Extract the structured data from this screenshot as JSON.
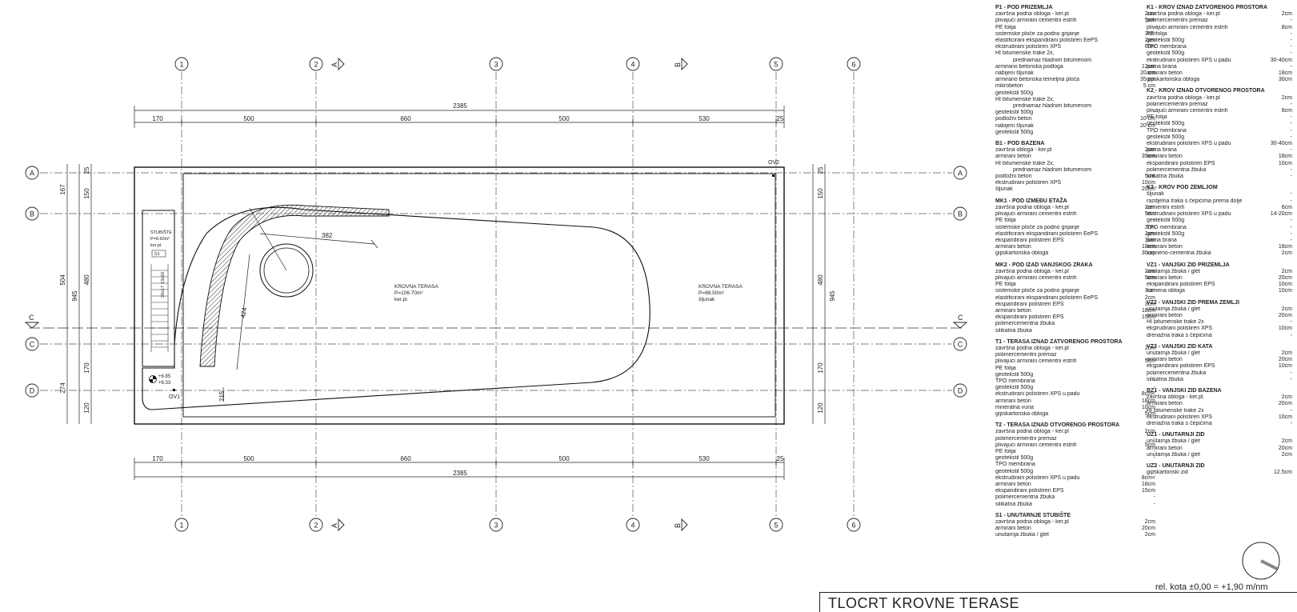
{
  "drawing_title": "TLOCRT KROVNE TERASE",
  "elevation_note": "rel. kota ±0,00 = +1,90 m/nm",
  "grid": {
    "columns": [
      "1",
      "2",
      "3",
      "4",
      "5",
      "6"
    ],
    "rows": [
      "A",
      "B",
      "C",
      "D"
    ]
  },
  "section_marks": {
    "a": "A",
    "b": "B",
    "c": "C"
  },
  "dimensions": {
    "total_horizontal": "2385",
    "horizontal_segments": [
      "170",
      "500",
      "660",
      "500",
      "530",
      "25"
    ],
    "left_outer": "945",
    "left_mid": [
      "25",
      "167",
      "504",
      "274"
    ],
    "left_inner": [
      "150",
      "480",
      "170",
      "120"
    ],
    "right_outer": "945",
    "right_inner": [
      "25",
      "150",
      "480",
      "170",
      "120"
    ],
    "pool_radial": "382",
    "pool_radial_2": "424",
    "bottom_small": "215"
  },
  "rooms": {
    "terrace_1": {
      "name": "KROVNA TERASA",
      "area": "P=106.70m²",
      "finish": "ker.pl."
    },
    "terrace_2": {
      "name": "KROVNA TERASA",
      "area": "P=88.50m²",
      "finish": "šljunak"
    },
    "stairs": {
      "name": "STUBIŠTE",
      "area": "P=8.60m²",
      "finish": "ker.pl.",
      "code": "S1"
    },
    "stair_dims": [
      "13x18",
      "20x17"
    ]
  },
  "levels": {
    "finished": "+6.85",
    "structural": "+6.33"
  },
  "drains": {
    "ov1": "OV1",
    "ov2": "OV2"
  },
  "legend_col1": [
    {
      "title": "P1 - POD PRIZEMLJA",
      "items": [
        [
          "završna podna obloga - ker.pl",
          "2cm"
        ],
        [
          "plivajući armirani cementni estrih",
          "5cm"
        ],
        [
          "PE folija",
          "-"
        ],
        [
          "sistemske ploče za podno grijanje",
          "3cm"
        ],
        [
          "elastificirani ekspandirani polistiren EePS",
          "2cm"
        ],
        [
          "ekstrudirani polistiren XPS",
          "6cm"
        ],
        [
          "HI bitumenske trake 2x,",
          ""
        ],
        [
          "prednamaz hladnim bitumenom",
          "-",
          "i"
        ],
        [
          "armirano betonska podloga",
          "12cm"
        ],
        [
          "nabijeni šljunak",
          "20 cm"
        ],
        [
          "armirano betonska temeljna ploča",
          "35 cm"
        ],
        [
          "mikrobeton",
          "5 cm"
        ],
        [
          "geotekstil 500g",
          "-"
        ],
        [
          "HI bitumenske trake 2x,",
          ""
        ],
        [
          "prednamaz hladnim bitumenom",
          "-",
          "i"
        ],
        [
          "geotekstil 500g",
          "-"
        ],
        [
          "podložni beton",
          "10 cm"
        ],
        [
          "nabijeni šljunak",
          "20 cm"
        ],
        [
          "geotekstil 500g",
          "-"
        ]
      ]
    },
    {
      "title": "B1 - POD BAZENA",
      "items": [
        [
          "završna obloga - ker.pl",
          "2cm"
        ],
        [
          "armirani beton",
          "35cm"
        ],
        [
          "HI bitumenske trake 2x,",
          ""
        ],
        [
          "prednamaz hladnim bitumenom",
          "-",
          "i"
        ],
        [
          "podložni beton",
          "5cm"
        ],
        [
          "ekstrudirani polistiren XPS",
          "10cm"
        ],
        [
          "šljunak",
          "20cm"
        ]
      ]
    },
    {
      "title": "MK1 - POD IZMEĐU ETAŽA",
      "items": [
        [
          "završna podna obloga - ker.pl",
          "2cm"
        ],
        [
          "plivajući armirani cementni estrih",
          "5cm"
        ],
        [
          "PE folija",
          "-"
        ],
        [
          "sistemske ploče za podno grijanje",
          "3cm"
        ],
        [
          "elastificirani ekspandirani polistiren EePS",
          "2cm"
        ],
        [
          "ekspandirani polistiren EPS",
          "3cm"
        ],
        [
          "armirani beton",
          "18cm"
        ],
        [
          "gipskartonska obloga",
          "30cm"
        ]
      ]
    },
    {
      "title": "MK2 - POD IZAD VANJSKOG ZRAKA",
      "items": [
        [
          "završna podna obloga - ker.pl",
          "2cm"
        ],
        [
          "plivajući armirani cementni estrih",
          "5cm"
        ],
        [
          "PE folija",
          "-"
        ],
        [
          "sistemske ploče za podno grijanje",
          "3cm"
        ],
        [
          "elastificirani ekspandirani polistiren EePS",
          "2cm"
        ],
        [
          "ekspandirani polistiren EPS",
          "3cm"
        ],
        [
          "armirani beton",
          "18cm"
        ],
        [
          "ekspandirani polistiren EPS",
          "15cm"
        ],
        [
          "polimercementna žbuka",
          "-"
        ],
        [
          "silikatna žbuka",
          "-"
        ]
      ]
    },
    {
      "title": "T1 - TERASA IZNAD ZATVORENOG PROSTORA",
      "items": [
        [
          "završna podna obloga - ker.pl",
          "2cm"
        ],
        [
          "polimercementni premaz",
          "-"
        ],
        [
          "plivajući armirani cementni estrih",
          "5cm"
        ],
        [
          "PE folija",
          "-"
        ],
        [
          "geotekstil 500g",
          "-"
        ],
        [
          "TPO membrana",
          "-"
        ],
        [
          "geotekstil 500g",
          "-"
        ],
        [
          "ekstrudirani polistiren XPS u padu",
          "8cm<"
        ],
        [
          "armirani beton",
          "18cm"
        ],
        [
          "mineralna vuna",
          "10cm"
        ],
        [
          "gipskartonska obloga",
          "5cm"
        ]
      ]
    },
    {
      "title": "T2 - TERASA IZNAD OTVORENOG PROSTORA",
      "items": [
        [
          "završna podna obloga - ker.pl",
          "2cm"
        ],
        [
          "polimercementni premaz",
          "-"
        ],
        [
          "plivajući armirani cementni estrih",
          "5cm"
        ],
        [
          "PE folija",
          "-"
        ],
        [
          "geotekstil 500g",
          "-"
        ],
        [
          "TPO membrana",
          "-"
        ],
        [
          "geotekstil 500g",
          "-"
        ],
        [
          "ekstrudirani polistiren XPS u padu",
          "8cm<"
        ],
        [
          "armirani beton",
          "18cm"
        ],
        [
          "ekspandirani polistiren EPS",
          "15cm"
        ],
        [
          "polimercementna žbuka",
          "-"
        ],
        [
          "silikatna žbuka",
          "-"
        ]
      ]
    },
    {
      "title": "S1 - UNUTARNJE STUBIŠTE",
      "items": [
        [
          "završna podna obloga - ker.pl",
          "2cm"
        ],
        [
          "armirani beton",
          "20cm"
        ],
        [
          "unutarnja žbuka / glet",
          "2cm"
        ]
      ]
    }
  ],
  "legend_col2": [
    {
      "title": "K1 - KROV IZNAD ZATVORENOG PROSTORA",
      "items": [
        [
          "završna podna obloga - ker.pl",
          "2cm"
        ],
        [
          "polimercementni premaz",
          "-"
        ],
        [
          "plivajući armirani cementni estrih",
          "8cm"
        ],
        [
          "PE folija",
          "-"
        ],
        [
          "geotekstil 500g",
          "-"
        ],
        [
          "TPO membrana",
          "-"
        ],
        [
          "geotekstil 500g",
          "-"
        ],
        [
          "ekstrudirani polistiren XPS u padu",
          "30-40cm"
        ],
        [
          "parna brana",
          "-"
        ],
        [
          "armirani beton",
          "18cm"
        ],
        [
          "gipskartonska obloga",
          "30cm"
        ]
      ]
    },
    {
      "title": "K2 - KROV IZNAD OTVORENOG PROSTORA",
      "items": [
        [
          "završna podna obloga - ker.pl",
          "2cm"
        ],
        [
          "polimercementni premaz",
          "-"
        ],
        [
          "plivajući armirani cementni estrih",
          "8cm"
        ],
        [
          "PE folija",
          "-"
        ],
        [
          "geotekstil 500g",
          "-"
        ],
        [
          "TPO membrana",
          "-"
        ],
        [
          "geotekstil 500g",
          "-"
        ],
        [
          "ekstrudirani polistiren XPS u padu",
          "30-40cm"
        ],
        [
          "parna brana",
          "-"
        ],
        [
          "armirani beton",
          "18cm"
        ],
        [
          "ekspandirani polistiren EPS",
          "10cm"
        ],
        [
          "polimercementna žbuka",
          "-"
        ],
        [
          "silikatna žbuka",
          "-"
        ]
      ]
    },
    {
      "title": "K3 - KROV POD ZEMLJOM",
      "items": [
        [
          "šljunak",
          "-"
        ],
        [
          "razdjelna traka s čepićima prema dolje",
          "-"
        ],
        [
          "cementni estrih",
          "6cm"
        ],
        [
          "ekstrudirani polistiren XPS u padu",
          "14-20cm"
        ],
        [
          "geotekstil 500g",
          "-"
        ],
        [
          "TPO membrana",
          "-"
        ],
        [
          "geotekstil 500g",
          "-"
        ],
        [
          "parna brana",
          "-"
        ],
        [
          "armirani beton",
          "18cm"
        ],
        [
          "vapneno-cementna žbuka",
          "2cm"
        ]
      ]
    },
    {
      "title": "VZ1 - VANJSKI ZID PRIZEMLJA",
      "items": [
        [
          "unutarnja žbuka / glet",
          "2cm"
        ],
        [
          "armirani beton",
          "20cm"
        ],
        [
          "ekspandirani polistiren EPS",
          "10cm"
        ],
        [
          "kamena obloga",
          "10cm"
        ]
      ]
    },
    {
      "title": "VZ2 - VANJSKI ZID PREMA ZEMLJI",
      "items": [
        [
          "unutarnja žbuka / glet",
          "2cm"
        ],
        [
          "armirani beton",
          "20cm"
        ],
        [
          "HI bitumenske trake 2x",
          "-"
        ],
        [
          "ekstrudirani polistiren XPS",
          "10cm"
        ],
        [
          "drenažna traka s čepićima",
          "-"
        ]
      ]
    },
    {
      "title": "VZ3 - VANJSKI ZID KATA",
      "items": [
        [
          "unutarnja žbuka / glet",
          "2cm"
        ],
        [
          "armirani beton",
          "20cm"
        ],
        [
          "ekspandirani polistiren EPS",
          "10cm"
        ],
        [
          "polimercementna žbuka",
          "-"
        ],
        [
          "silikatna žbuka",
          "-"
        ]
      ]
    },
    {
      "title": "BZ1 - VANJSKI ZID BAZENA",
      "items": [
        [
          "završna obloga - ker.pl.",
          "2cm"
        ],
        [
          "armirani beton",
          "20cm"
        ],
        [
          "HI bitumenske trake 2x",
          "-"
        ],
        [
          "ekstrudirani polistiren XPS",
          "10cm"
        ],
        [
          "drenažna traka s čepićima",
          "-"
        ]
      ]
    },
    {
      "title": "UZ1 - UNUTARNJI ZID",
      "items": [
        [
          "unutarnja žbuka / glet",
          "2cm"
        ],
        [
          "armirani beton",
          "20cm"
        ],
        [
          "unutarnja žbuka / glet",
          "2cm"
        ]
      ]
    },
    {
      "title": "UZ2 - UNUTARNJI ZID",
      "items": [
        [
          "gipskartonski zid",
          "12.5cm"
        ]
      ]
    }
  ]
}
